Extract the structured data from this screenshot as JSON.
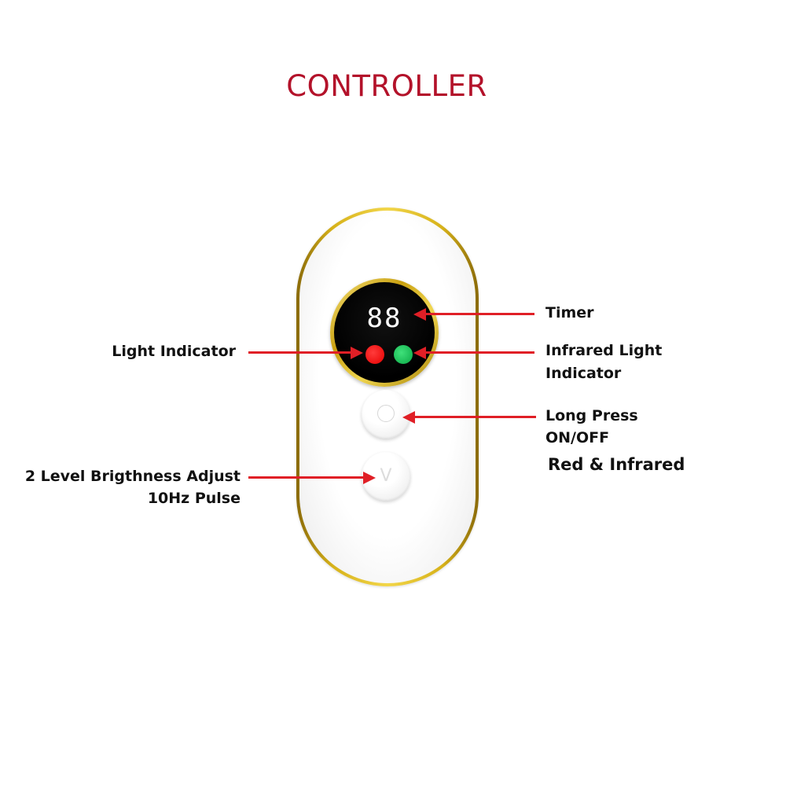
{
  "title": "CONTROLLER",
  "device": {
    "timer_display": "88",
    "indicators": [
      {
        "name": "red-light",
        "color": "#ff1a1a"
      },
      {
        "name": "infrared-light",
        "color": "#16c052"
      }
    ],
    "buttons": [
      {
        "name": "power",
        "glyph": "power-icon"
      },
      {
        "name": "mode",
        "glyph": "V"
      }
    ],
    "colors": {
      "body": "#ffffff",
      "trim": "#d4af1a",
      "screen": "#000000",
      "arrow": "#e01f26",
      "title": "#b3122a"
    }
  },
  "annotations": {
    "timer": "Timer",
    "light_indicator": "Light Indicator",
    "infrared_indicator_line1": "Infrared Light",
    "infrared_indicator_line2": "Indicator",
    "power_line1": "Long Press",
    "power_line2": "ON/OFF",
    "power_line3": "Red & Infrared",
    "brightness_line1": "2 Level Brigthness Adjust",
    "brightness_line2": "10Hz Pulse"
  }
}
